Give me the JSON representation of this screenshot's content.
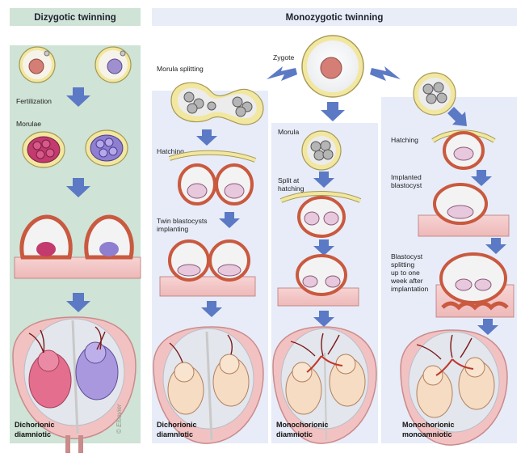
{
  "headers": {
    "dizygotic": "Dizygotic twinning",
    "monozygotic": "Monozygotic twinning"
  },
  "labels": {
    "fertilization": "Fertilization",
    "morulae": "Morulae",
    "zygote": "Zygote",
    "morula_splitting": "Morula splitting",
    "morula": "Morula",
    "hatching_left": "Hatching",
    "hatching_right": "Hatching",
    "split_line1": "Split at",
    "split_line2": "hatching",
    "twin_line1": "Twin blastocysts",
    "twin_line2": "implanting",
    "implanted_line1": "Implanted",
    "implanted_line2": "blastocyst",
    "bsplit_line1": "Blastocyst",
    "bsplit_line2": "splitting",
    "bsplit_line3": "up to one",
    "bsplit_line4": "week after",
    "bsplit_line5": "implantation"
  },
  "outcomes": {
    "col1_line1": "Dichorionic",
    "col1_line2": "diamniotic",
    "col2_line1": "Dichorionic",
    "col2_line2": "diamniotic",
    "col3_line1": "Monochorionic",
    "col3_line2": "diamniotic",
    "col4_line1": "Monochorionic",
    "col4_line2": "monoamniotic"
  },
  "signature": "© Elsevier",
  "colors": {
    "dizygotic_panel": "#cfe3d6",
    "monozygotic_panel": "#e7ecf8",
    "arrow": "#5b79c5",
    "zona": "#f2e7a0",
    "cell": "#b5b5b5",
    "trophoblast": "#d0674f",
    "uterus": "#f2c2c2"
  }
}
